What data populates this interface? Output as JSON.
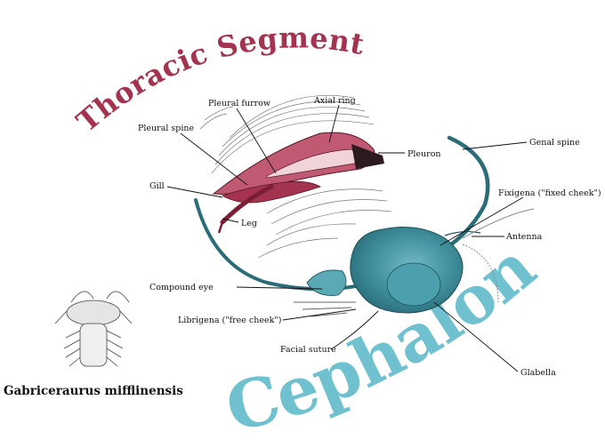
{
  "titles": {
    "thoracic": "Thoracic Segment",
    "cephalon": "Cephalon"
  },
  "species": "Gabriceraurus mifflinensis",
  "labels": {
    "pleural_furrow": "Pleural furrow",
    "axial_ring": "Axial ring",
    "pleural_spine": "Pleural spine",
    "pleuron": "Pleuron",
    "gill": "Gill",
    "leg": "Leg",
    "genal_spine": "Genal spine",
    "fixigena": "Fixigena (\"fixed cheek\")",
    "antenna": "Antenna",
    "compound_eye": "Compound eye",
    "librigena": "Librigena (\"free cheek\")",
    "facial_suture": "Facial suture",
    "glabella": "Glabella"
  },
  "colors": {
    "thoracic_red": "#a3334f",
    "cephalon_teal": "#6fc1cf",
    "cephalon_body": "#3f8f9c"
  }
}
